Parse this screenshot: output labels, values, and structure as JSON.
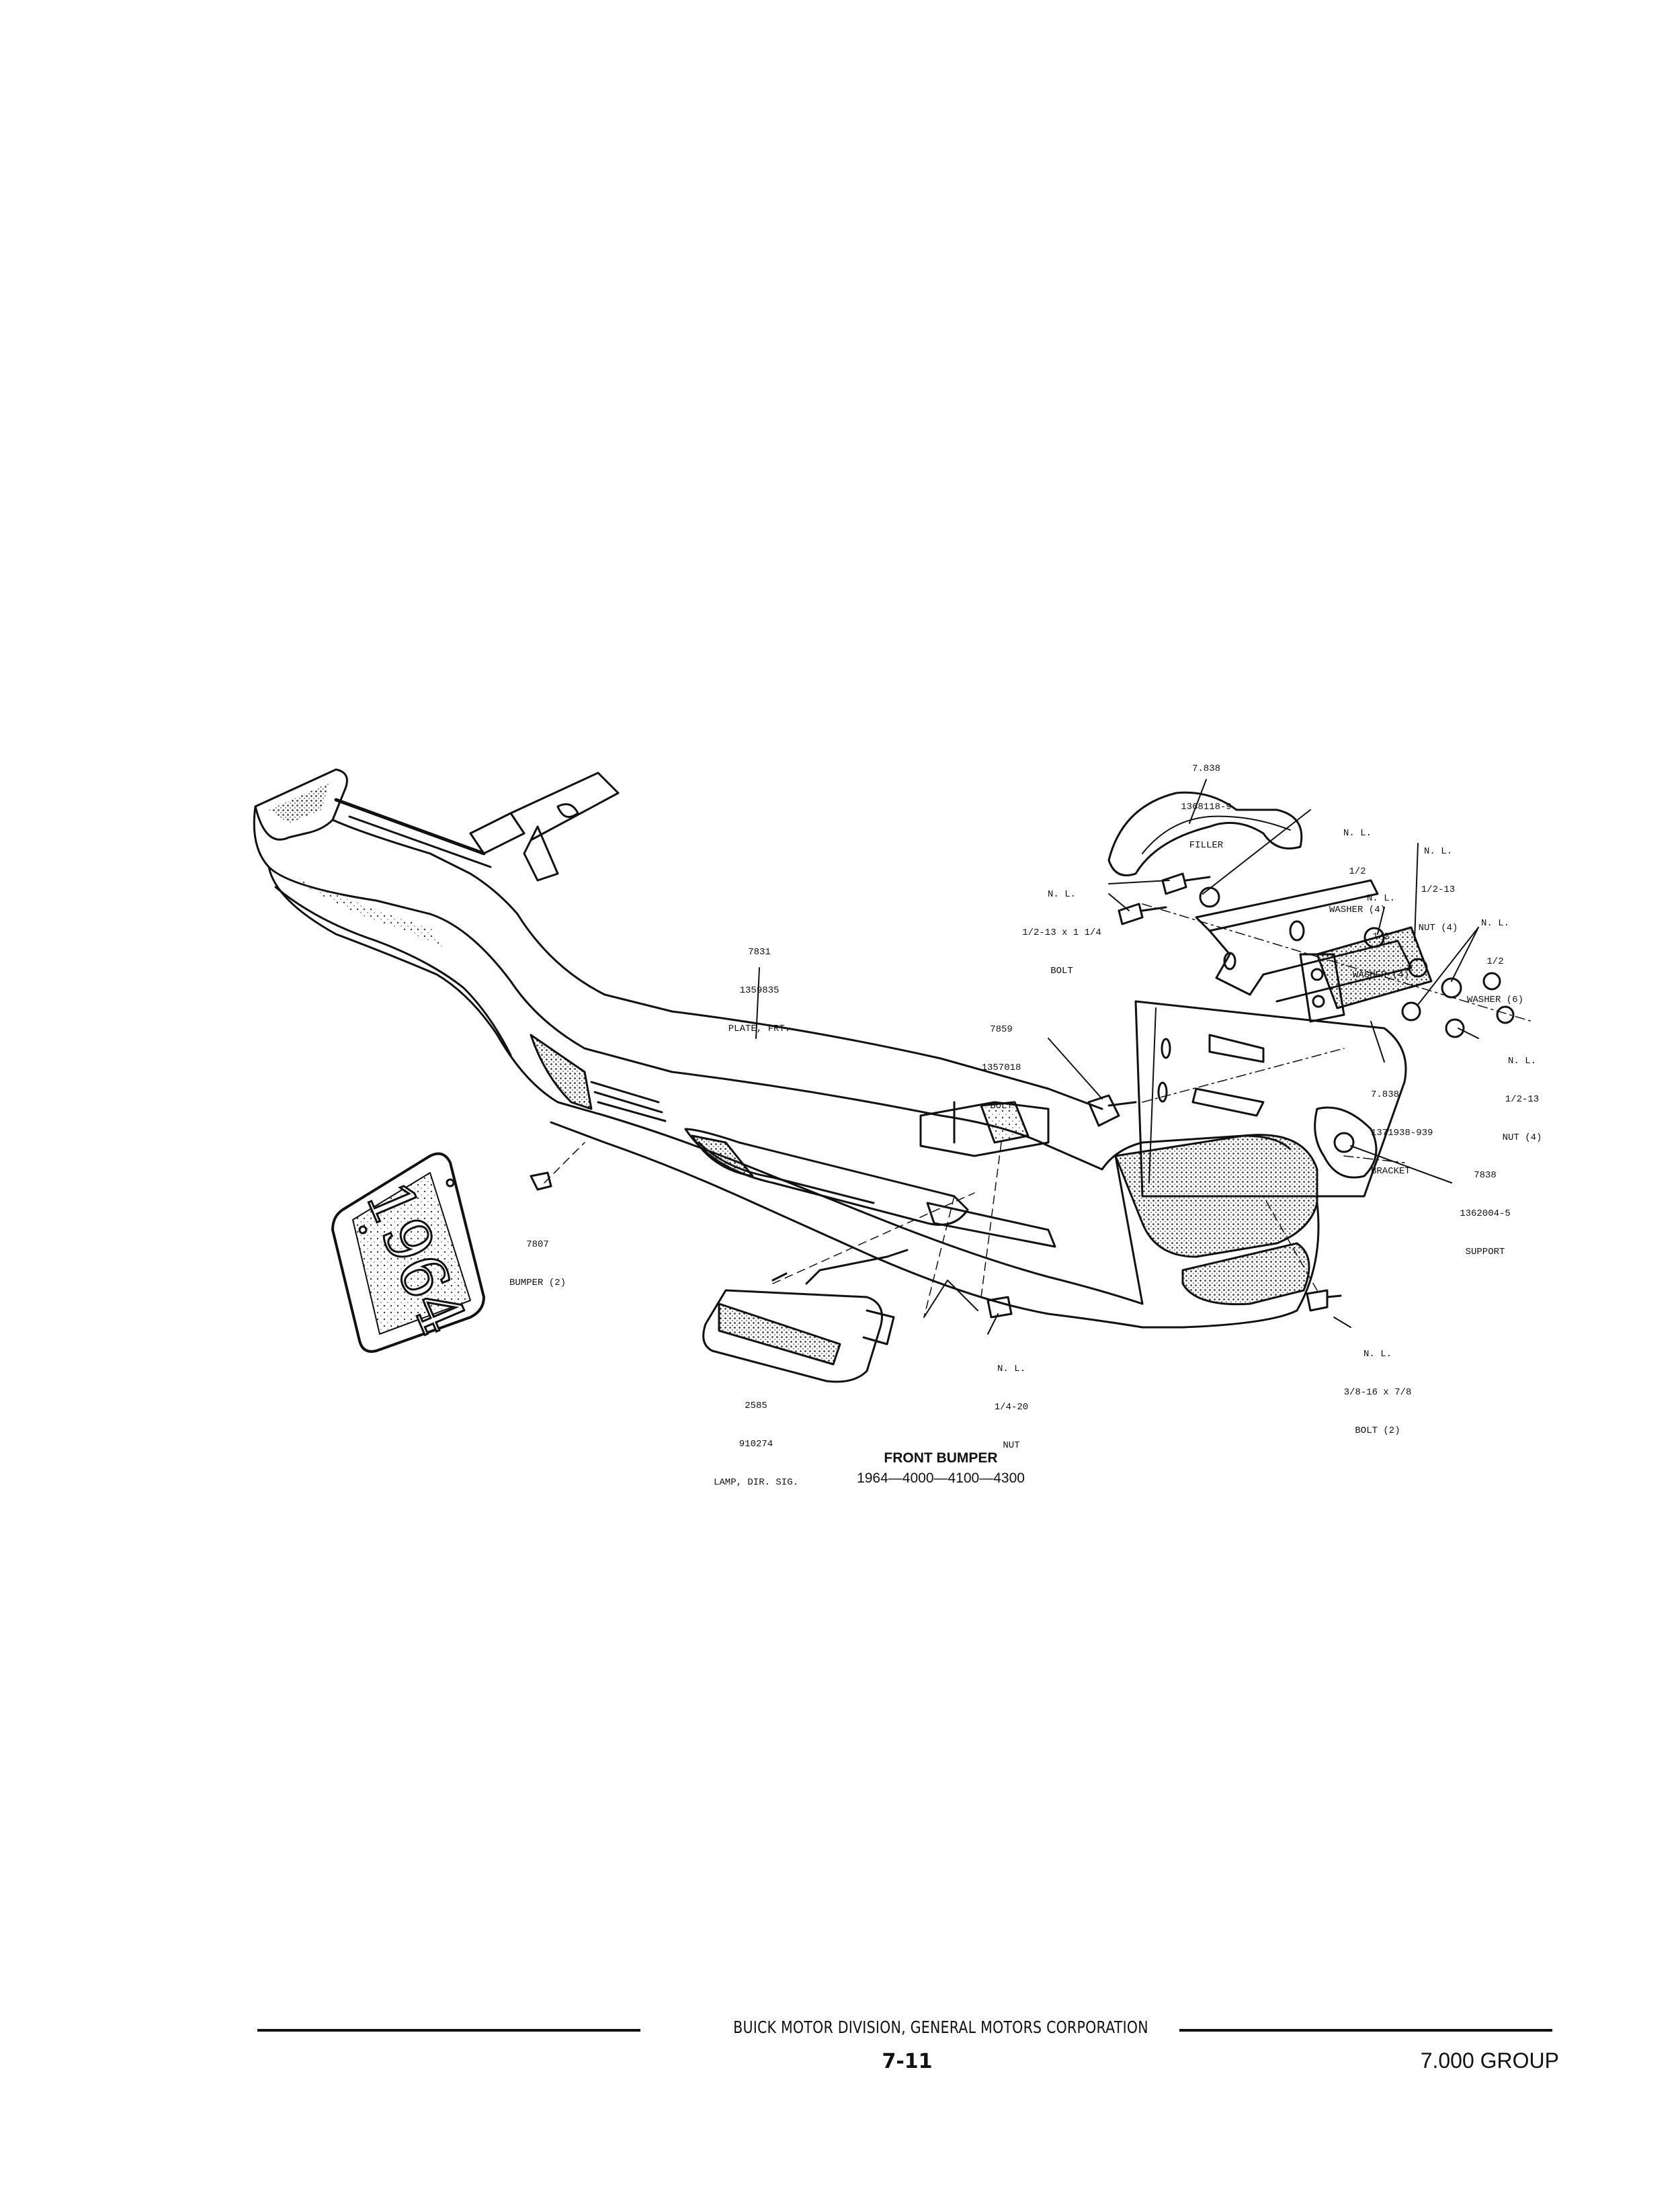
{
  "diagram": {
    "callouts": {
      "filler": {
        "lines": [
          "7.838",
          "1368118-9",
          "FILLER"
        ]
      },
      "washer_4_top": {
        "lines": [
          "N. L.",
          "1/2",
          "WASHER (4)"
        ]
      },
      "nut_4_top": {
        "lines": [
          "N. L.",
          "1/2-13",
          "NUT (4)"
        ]
      },
      "bolt_top": {
        "lines": [
          "N. L.",
          "1/2-13 x 1 1/4",
          "BOLT"
        ]
      },
      "washer_4_mid": {
        "lines": [
          "N. L.",
          "1/2",
          "WASHER (4)"
        ]
      },
      "washer_6": {
        "lines": [
          "N. L.",
          "1/2",
          "WASHER (6)"
        ]
      },
      "plate_frt": {
        "lines": [
          "7831",
          "1359835",
          "PLATE, FRT."
        ]
      },
      "bolt_7859": {
        "lines": [
          "7859",
          "1357018",
          "BOLT"
        ]
      },
      "bracket": {
        "lines": [
          "7.838",
          "1371938-939",
          "BRACKET"
        ]
      },
      "nut_4_right": {
        "lines": [
          "N. L.",
          "1/2-13",
          "NUT (4)"
        ]
      },
      "support": {
        "lines": [
          "7838",
          "1362004-5",
          "SUPPORT"
        ]
      },
      "bumper_2": {
        "lines": [
          "7807",
          "BUMPER (2)"
        ]
      },
      "plate_number": "1964",
      "bolt_2": {
        "lines": [
          "N. L.",
          "3/8-16 x 7/8",
          "BOLT (2)"
        ]
      },
      "nut_quarter": {
        "lines": [
          "N. L.",
          "1/4-20",
          "NUT"
        ]
      },
      "lamp": {
        "lines": [
          "2585",
          "910274",
          "LAMP, DIR. SIG."
        ]
      }
    },
    "caption": {
      "title": "FRONT BUMPER",
      "models": "1964—4000—4100—4300"
    }
  },
  "footer": {
    "company": "BUICK MOTOR DIVISION, GENERAL MOTORS CORPORATION",
    "page_number": "7-11",
    "group": "7.000 GROUP"
  }
}
